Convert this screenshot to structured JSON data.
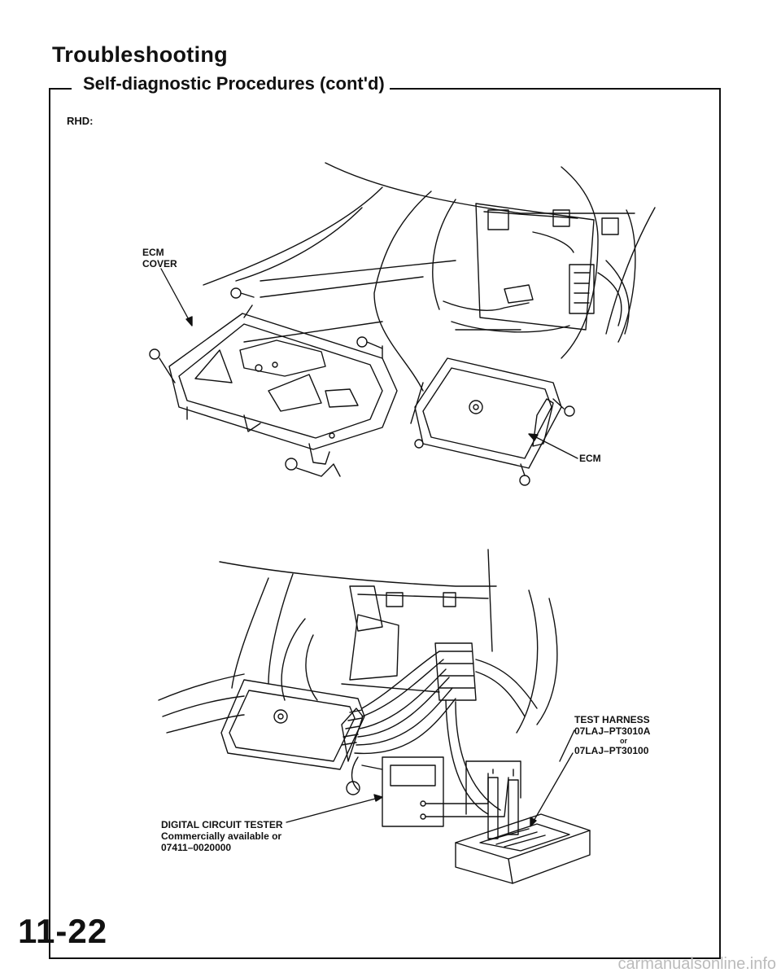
{
  "header": {
    "title": "Troubleshooting",
    "subtitle": "Self-diagnostic Procedures (cont'd)"
  },
  "section_label": "RHD:",
  "callouts": {
    "ecm_cover": [
      "ECM",
      "COVER"
    ],
    "ecm": "ECM",
    "test_harness": {
      "name": "TEST HARNESS",
      "part_1": "07LAJ–PT3010A",
      "or": "or",
      "part_2": "07LAJ–PT30100"
    },
    "digital_tester": {
      "name": "DIGITAL CIRCUIT TESTER",
      "note": "Commercially available or",
      "part": "07411–0020000"
    }
  },
  "page_number": "11-22",
  "footer": "carmanualsonline.info"
}
